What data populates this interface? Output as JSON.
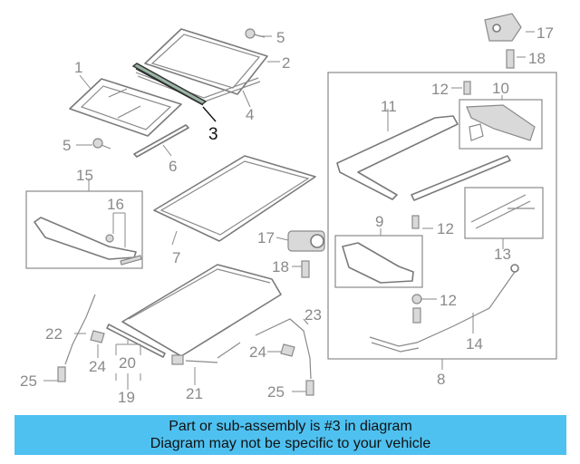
{
  "diagram": {
    "highlighted_part": "3",
    "labels": {
      "p1": "1",
      "p2": "2",
      "p3": "3",
      "p4": "4",
      "p5a": "5",
      "p5b": "5",
      "p6": "6",
      "p7": "7",
      "p8": "8",
      "p9": "9",
      "p10": "10",
      "p11": "11",
      "p12a": "12",
      "p12b": "12",
      "p12c": "12",
      "p13": "13",
      "p14": "14",
      "p15": "15",
      "p16": "16",
      "p17a": "17",
      "p17b": "17",
      "p18a": "18",
      "p18b": "18",
      "p19": "19",
      "p20": "20",
      "p21": "21",
      "p22": "22",
      "p23": "23",
      "p24a": "24",
      "p24b": "24",
      "p25a": "25",
      "p25b": "25"
    }
  },
  "banner": {
    "line1": "Part or sub-assembly is #3 in diagram",
    "line2": "Diagram may not be specific to your vehicle",
    "color": "#4fc1f0"
  }
}
